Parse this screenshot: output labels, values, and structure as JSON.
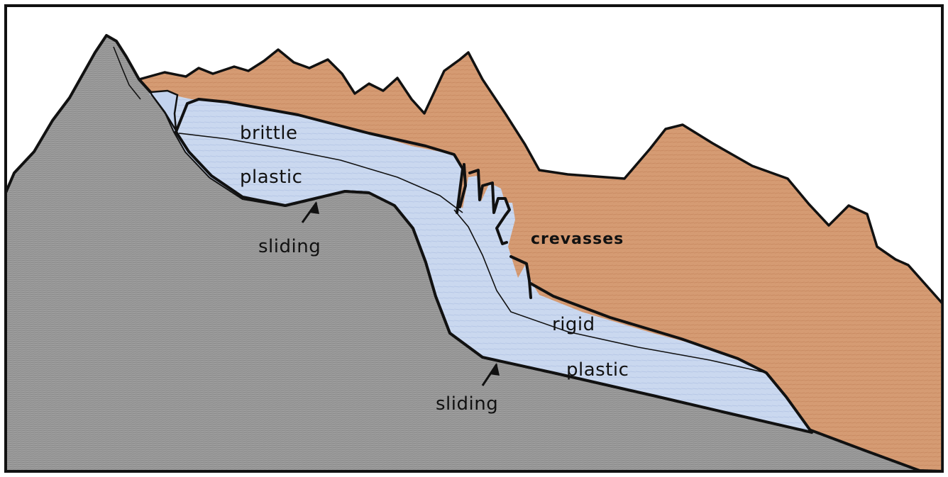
{
  "diagram": {
    "colors": {
      "bedrock": "#9a9a9a",
      "mountains": "#d49a72",
      "glacier_ice": "#c9d7ee",
      "sky": "#ffffff",
      "outline": "#111111"
    },
    "labels": {
      "brittle": "brittle",
      "plastic_upper": "plastic",
      "sliding_upper": "sliding",
      "crevasses": "crevasses",
      "rigid": "rigid",
      "plastic_lower": "plastic",
      "sliding_lower": "sliding"
    }
  }
}
